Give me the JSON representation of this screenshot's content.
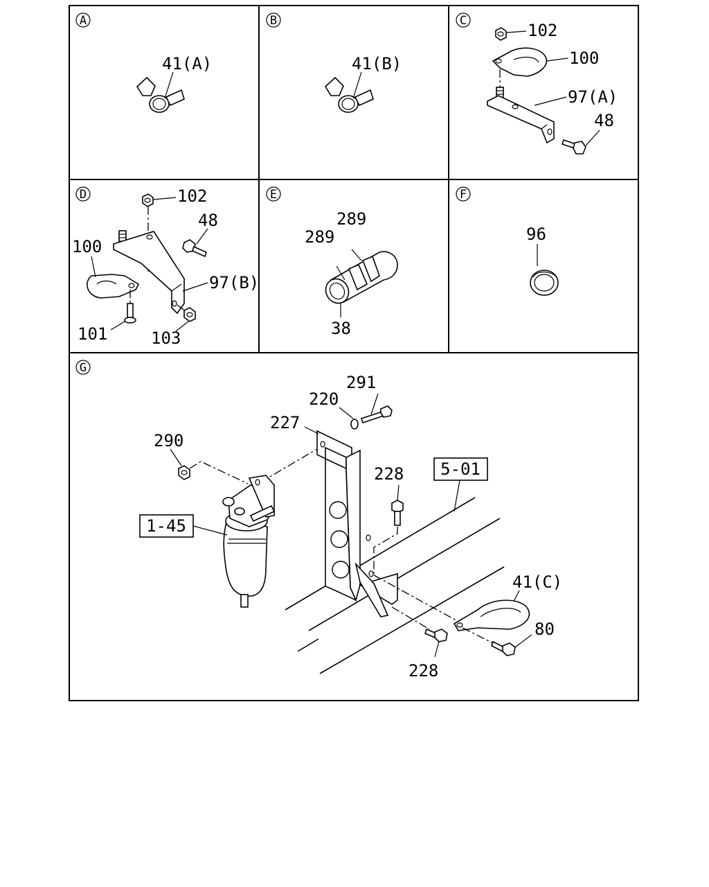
{
  "panels": {
    "A": {
      "letter": "A",
      "labels": [
        "41(A)"
      ]
    },
    "B": {
      "letter": "B",
      "labels": [
        "41(B)"
      ]
    },
    "C": {
      "letter": "C",
      "labels": [
        "102",
        "100",
        "97(A)",
        "48"
      ]
    },
    "D": {
      "letter": "D",
      "labels": [
        "102",
        "48",
        "100",
        "97(B)",
        "101",
        "103"
      ]
    },
    "E": {
      "letter": "E",
      "labels": [
        "289",
        "289",
        "38"
      ]
    },
    "F": {
      "letter": "F",
      "labels": [
        "96"
      ]
    },
    "G": {
      "letter": "G",
      "labels": [
        "291",
        "220",
        "227",
        "290",
        "228",
        "228",
        "41(C)",
        "80"
      ],
      "boxed_refs": [
        "5-01",
        "1-45"
      ]
    }
  }
}
